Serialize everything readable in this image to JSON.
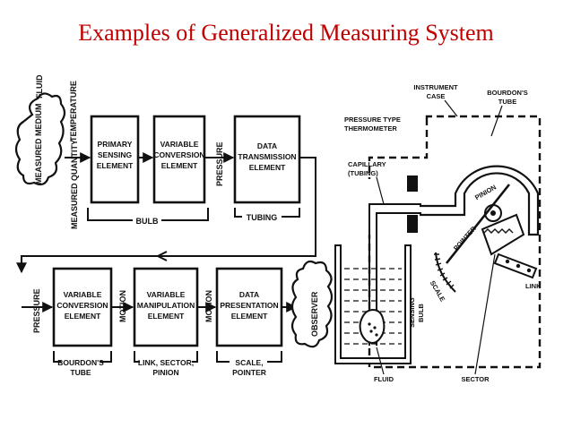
{
  "title": "Examples of Generalized Measuring System",
  "colors": {
    "title": "#c00000",
    "ink": "#111111"
  },
  "block_diagram": {
    "row1": {
      "measured_medium": "MEASURED MEDIUM",
      "fluid": "FLUID",
      "temperature": "TEMPERATURE",
      "measured_quantity": "MEASURED QUANTITY",
      "primary_sensing": [
        "PRIMARY",
        "SENSING",
        "ELEMENT"
      ],
      "variable_conversion": [
        "VARIABLE",
        "CONVERSION",
        "ELEMENT"
      ],
      "pressure": "PRESSURE",
      "data_transmission": [
        "DATA",
        "TRANSMISSION",
        "ELEMENT"
      ],
      "bulb": "BULB",
      "tubing": "TUBING"
    },
    "row2": {
      "pressure": "PRESSURE",
      "variable_conversion": [
        "VARIABLE",
        "CONVERSION",
        "ELEMENT"
      ],
      "motion_1": "MOTION",
      "variable_manipulation": [
        "VARIABLE",
        "MANIPULATION",
        "ELEMENT"
      ],
      "motion_2": "MOTION",
      "data_presentation": [
        "DATA",
        "PRESENTATION",
        "ELEMENT"
      ],
      "observer": "OBSERVER",
      "bourdons_tube": [
        "BOURDON'S",
        "TUBE"
      ],
      "link_sector_pinion": [
        "LINK, SECTOR,",
        "PINION"
      ],
      "scale_pointer": [
        "SCALE,",
        "POINTER"
      ]
    }
  },
  "thermometer": {
    "instrument_case": [
      "INSTRUMENT",
      "CASE"
    ],
    "bourdons_tube": [
      "BOURDON'S",
      "TUBE"
    ],
    "pressure_type": [
      "PRESSURE TYPE",
      "THERMOMETER"
    ],
    "capillary": [
      "CAPILLARY",
      "(TUBING)"
    ],
    "pinion": "PINION",
    "pointer": "POINTER",
    "scale": "SCALE",
    "link": "LINK",
    "sensing_bulb": [
      "SENSING",
      "BULB"
    ],
    "fluid": "FLUID",
    "sector": "SECTOR"
  }
}
